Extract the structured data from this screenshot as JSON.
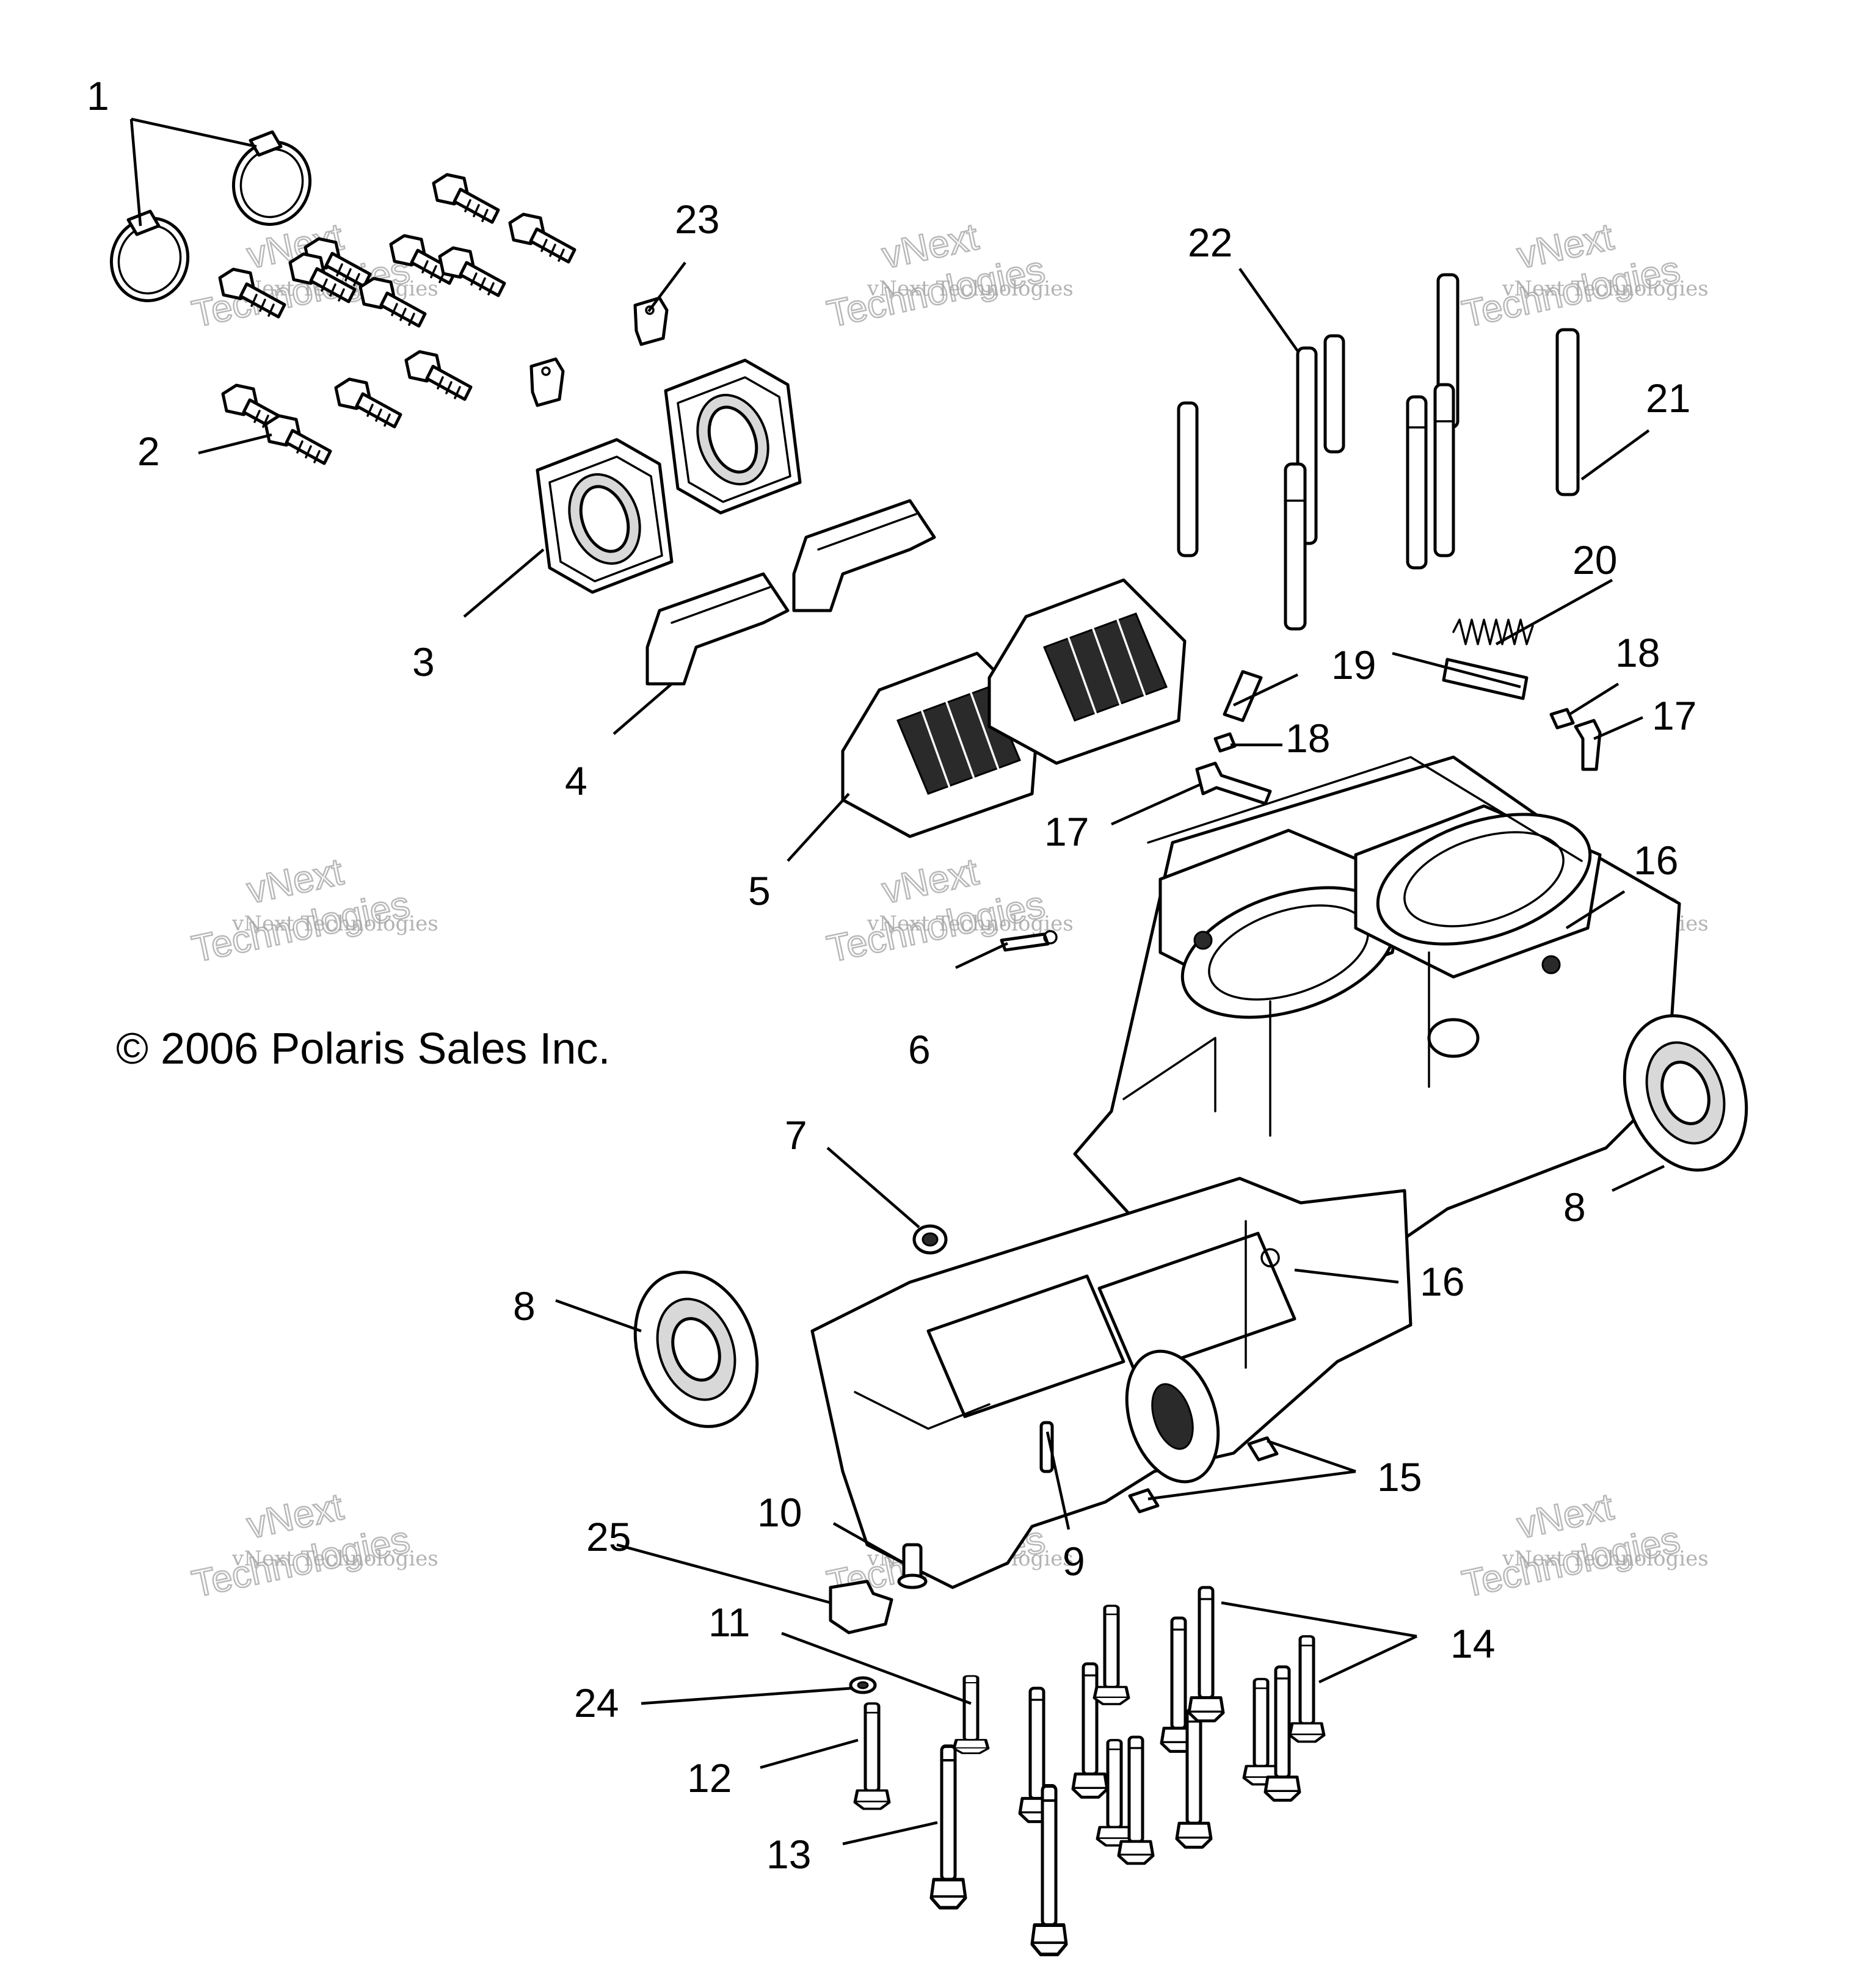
{
  "copyright": "© 2006 Polaris Sales Inc.",
  "watermark": {
    "line1": "vNext",
    "line2": "vNext Technologies",
    "line3": "Technologies"
  },
  "callouts": [
    "1",
    "2",
    "3",
    "4",
    "5",
    "6",
    "7",
    "8",
    "8",
    "9",
    "10",
    "11",
    "12",
    "13",
    "14",
    "15",
    "16",
    "16",
    "17",
    "17",
    "18",
    "18",
    "19",
    "20",
    "21",
    "22",
    "23",
    "24",
    "25"
  ]
}
